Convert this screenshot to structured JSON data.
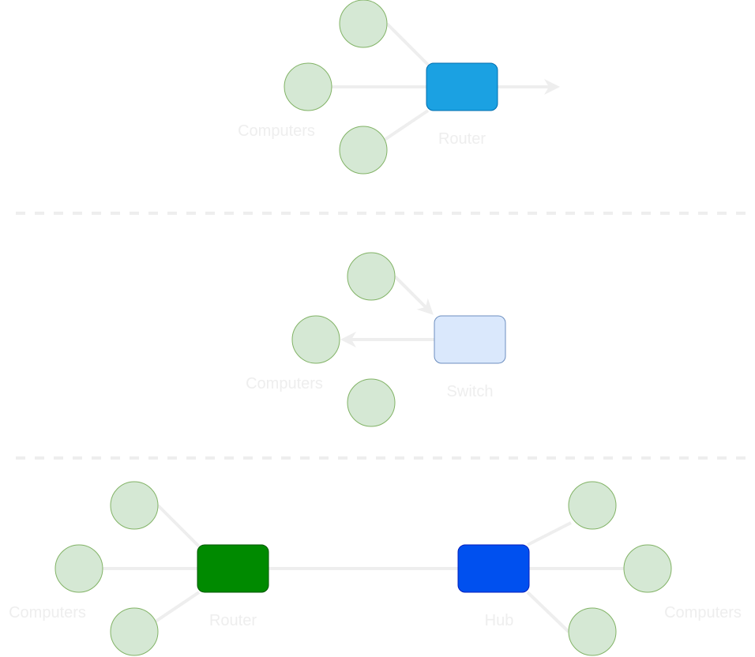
{
  "diagram": {
    "panels": [
      {
        "id": "router-panel",
        "device": {
          "label": "Router",
          "fill": "#1ba1e2",
          "stroke": "#006eaf"
        },
        "computers_label": "Computers",
        "computer_count": 3,
        "outbound_arrow": true
      },
      {
        "id": "switch-panel",
        "device": {
          "label": "Switch",
          "fill": "#dae8fc",
          "stroke": "#6c8ebf"
        },
        "computers_label": "Computers",
        "computer_count": 3
      },
      {
        "id": "router-hub-panel",
        "left_device": {
          "label": "Router",
          "fill": "#008a00",
          "stroke": "#005700"
        },
        "right_device": {
          "label": "Hub",
          "fill": "#0050ef",
          "stroke": "#001dbc"
        },
        "left_computers_label": "Computers",
        "right_computers_label": "Computers"
      }
    ],
    "colors": {
      "computer_fill": "#d5e8d4",
      "computer_stroke": "#82b366",
      "link": "#eeeeee",
      "label": "#eeeeee"
    }
  }
}
